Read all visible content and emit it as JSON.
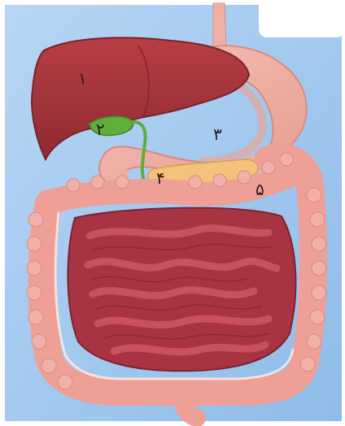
{
  "labels": {
    "liver": "١",
    "gallbladder": "٢",
    "stomach": "٣",
    "pancreas": "۴",
    "duodenum": "۵"
  },
  "colors": {
    "background": "#9ec6ee",
    "liver": "#a8333a",
    "gallbladder": "#5fae3a",
    "stomach": "#f2b3a6",
    "pancreas": "#f4c27a",
    "large_intestine": "#ee9f96",
    "small_intestine": "#b3394a"
  }
}
